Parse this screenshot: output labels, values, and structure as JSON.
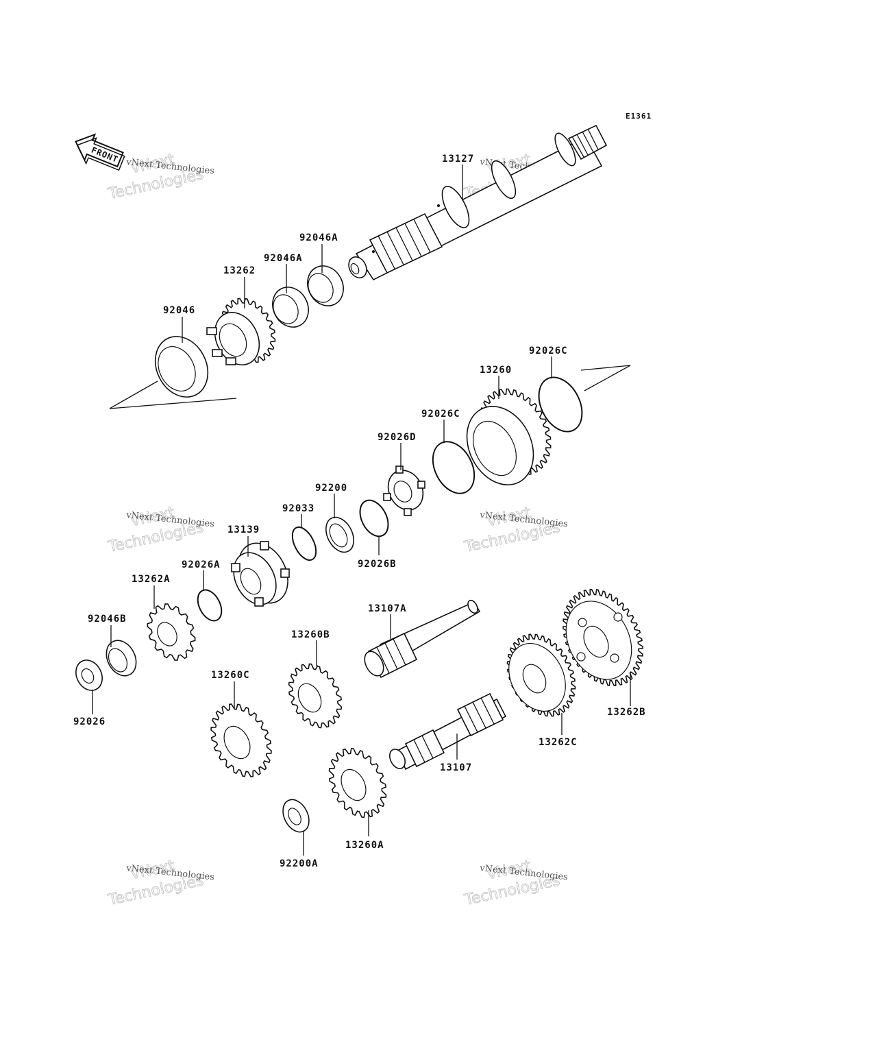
{
  "diagram_code": "E1361",
  "front_marker": "FRONT",
  "watermark": {
    "line1": "vNext",
    "line2": "Technologies",
    "small": "vNext Technologies"
  },
  "labels": {
    "p13127": "13127",
    "p92046A_top": "92046A",
    "p92046A": "92046A",
    "p13262": "13262",
    "p92046": "92046",
    "p92026C_right": "92026C",
    "p13260": "13260",
    "p92026C": "92026C",
    "p92026D": "92026D",
    "p92200": "92200",
    "p92033": "92033",
    "p13139": "13139",
    "p92026B": "92026B",
    "p92026A": "92026A",
    "p13262A": "13262A",
    "p92046B": "92046B",
    "p92026": "92026",
    "p13107A": "13107A",
    "p13260B": "13260B",
    "p13260C": "13260C",
    "p13107": "13107",
    "p13262C": "13262C",
    "p13262B": "13262B",
    "p13260A": "13260A",
    "p92200A": "92200A"
  }
}
